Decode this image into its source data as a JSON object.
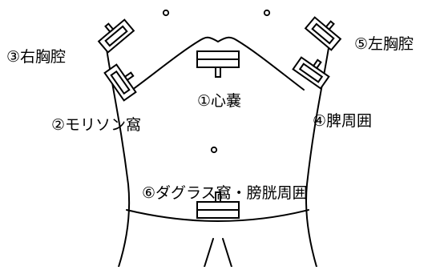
{
  "colors": {
    "stroke": "#000000",
    "background": "#ffffff"
  },
  "labels": {
    "pericardium": "①心嚢",
    "morison": "②モリソン窩",
    "right_thorax": "③右胸腔",
    "perisplenic": "④脾周囲",
    "left_thorax": "⑤左胸腔",
    "douglas": "⑥ダグラス窩・膀胱周囲"
  },
  "icons": {
    "body_outline": "torso-outline",
    "probe": "ultrasound-probe-icon",
    "landmark": "nipple-dot-icon",
    "navel": "navel-icon"
  }
}
